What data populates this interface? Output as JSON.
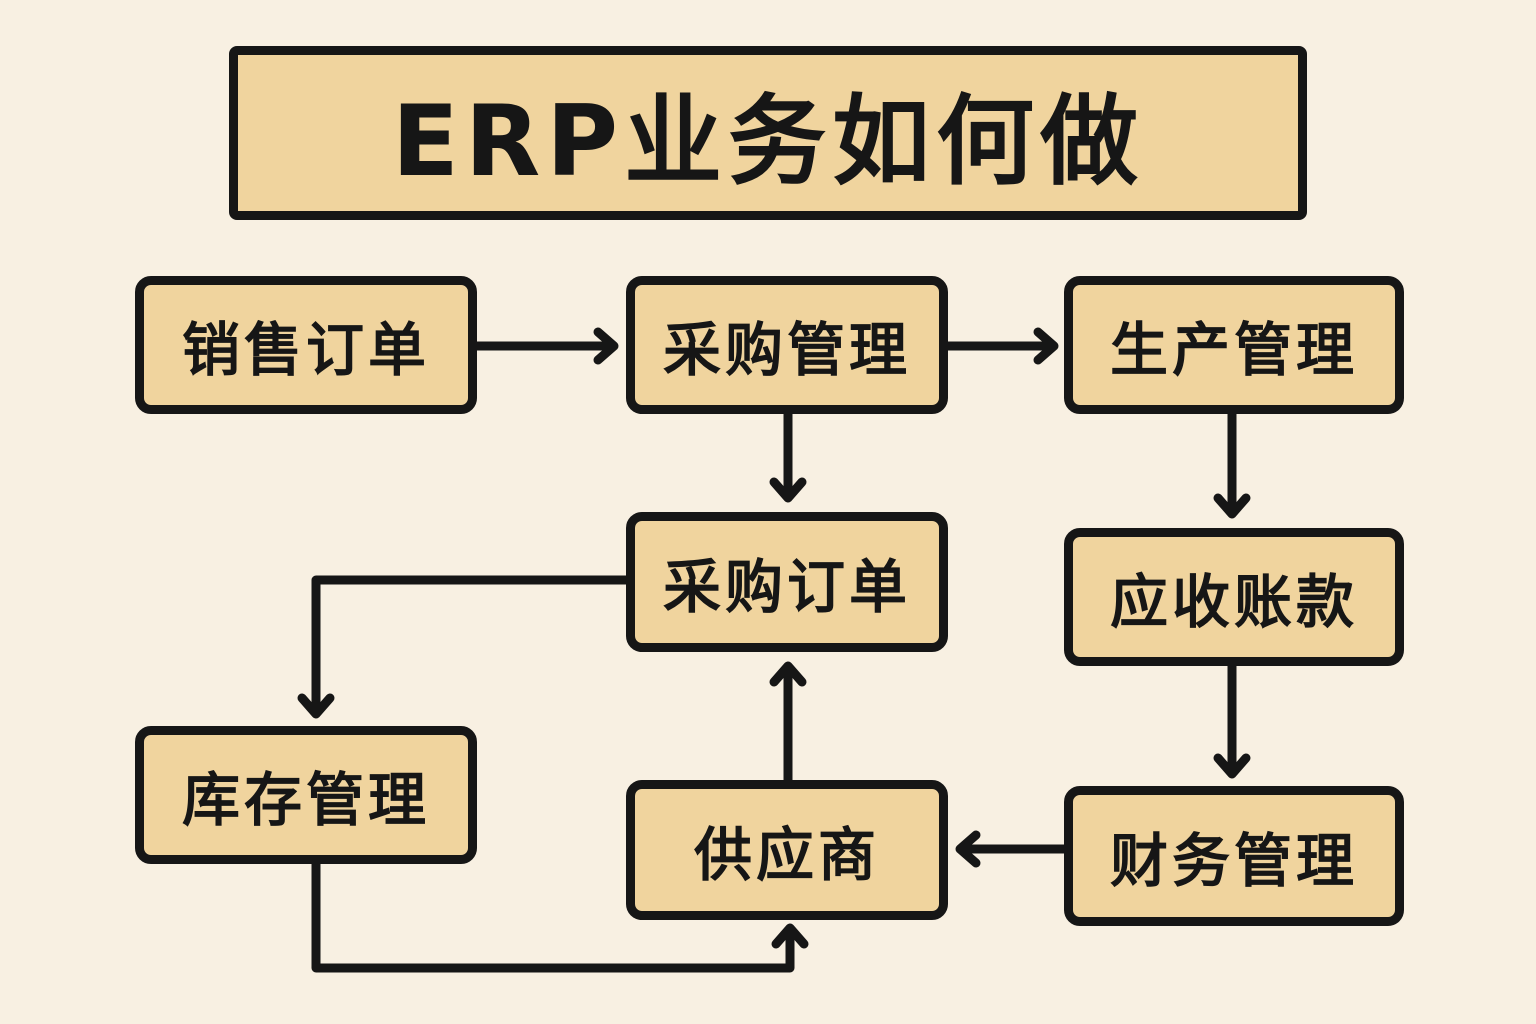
{
  "title": "ERP业务如何做",
  "colors": {
    "background": "#f8f0e2",
    "box_fill": "#f0d49e",
    "stroke": "#161616"
  },
  "nodes": {
    "sales_order": "销售订单",
    "procurement_mgmt": "采购管理",
    "production_mgmt": "生产管理",
    "purchase_order": "采购订单",
    "accounts_receivable": "应收账款",
    "inventory_mgmt": "库存管理",
    "supplier": "供应商",
    "financial_mgmt": "财务管理"
  },
  "edges": [
    {
      "from": "销售订单",
      "to": "采购管理"
    },
    {
      "from": "采购管理",
      "to": "生产管理"
    },
    {
      "from": "采购管理",
      "to": "采购订单"
    },
    {
      "from": "生产管理",
      "to": "应收账款"
    },
    {
      "from": "应收账款",
      "to": "财务管理"
    },
    {
      "from": "财务管理",
      "to": "供应商"
    },
    {
      "from": "供应商",
      "to": "采购订单"
    },
    {
      "from": "采购订单",
      "to": "库存管理"
    },
    {
      "from": "库存管理",
      "to": "供应商"
    }
  ]
}
